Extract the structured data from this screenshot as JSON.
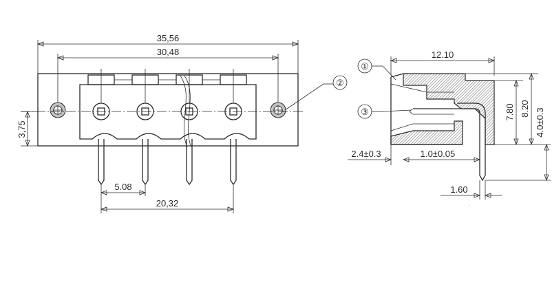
{
  "front_view": {
    "dim_overall": "35,56",
    "dim_mount": "30,48",
    "dim_height": "3,75",
    "dim_pitch": "5.08",
    "dim_span": "20,32",
    "callout_2": "②"
  },
  "side_view": {
    "dim_depth": "12.10",
    "dim_h1": "7.80",
    "dim_h2": "8.20",
    "dim_h3": "4.0±0.3",
    "dim_offset": "2.4±0.3",
    "dim_gap": "1.0±0.05",
    "dim_pin": "1.60",
    "callout_1": "①",
    "callout_3": "③"
  },
  "colors": {
    "line": "#2a2a2a",
    "background": "#ffffff"
  }
}
